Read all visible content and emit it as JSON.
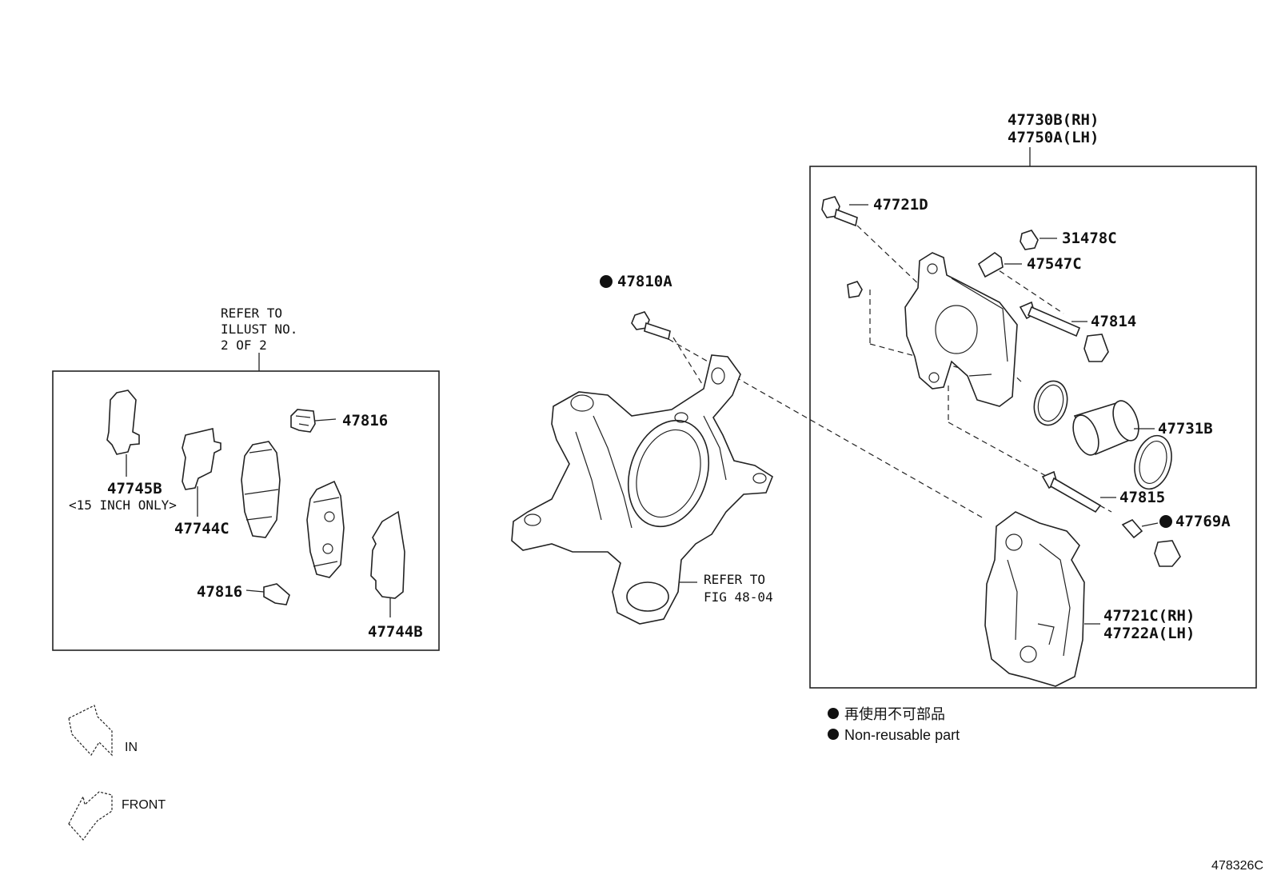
{
  "groups": {
    "pads_refer": [
      "REFER TO",
      "ILLUST NO.",
      "2 OF 2"
    ],
    "caliper_title": [
      "47730B(RH)",
      "47750A(LH)"
    ]
  },
  "callouts": {
    "p47816_top": "47816",
    "p47745B": "47745B",
    "p47745B_note": "<15 INCH ONLY>",
    "p47744C": "47744C",
    "p47816_bottom": "47816",
    "p47744B": "47744B",
    "p47810A": "47810A",
    "knuckle_refer": [
      "REFER TO",
      "FIG 48-04"
    ],
    "p47721D": "47721D",
    "p31478C": "31478C",
    "p47547C": "47547C",
    "p47814": "47814",
    "p47731B": "47731B",
    "p47815": "47815",
    "p47769A": "47769A",
    "mount": [
      "47721C(RH)",
      "47722A(LH)"
    ]
  },
  "legend": {
    "japanese": "再使用不可部品",
    "english": "Non-reusable part"
  },
  "arrows": {
    "in_label": "IN",
    "front_label": "FRONT"
  },
  "figure_number": "478326C"
}
